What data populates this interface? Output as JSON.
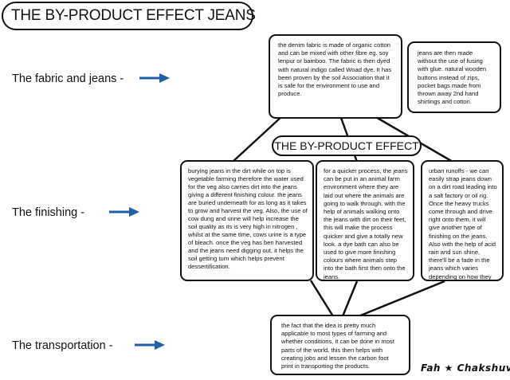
{
  "title": "THE BY-PRODUCT EFFECT JEANS",
  "center_title": "THE BY-PRODUCT EFFECT",
  "rows": {
    "fabric": "The fabric and jeans -",
    "finishing": "The finishing -",
    "transportation": "The transportation -"
  },
  "boxes": {
    "fabric": "the denim fabric is made of organic cotton and can be mixed with other fibre eg. soy lenpur or bamboo. The fabric is then dyed with natural indigo called Woad dye. It has been proven by the soil Association that it is safe for the environment to use and produce.",
    "jeans_made": "jeans are then made without the use of fusing with glue.  natural wooden buttons instead of zips, pocket bags made from thrown away 2nd hand shirtings and cotton.",
    "burying": "burying jeans in the dirt while on top is vegetable farming therefore the water used for the veg also carries dirt into the jeans giving a different finishing colour. the jeans are buried underneath for as long as it takes to grow and harvest the veg. Also, the use of cow dung and urine will help increase the soil quality as its is very high in nitrogen , whilst at the same time, cows urine is a type of bleach. once the veg has ben harvested and the jeans need digging out, it helps the soil getting turn which helps prevent  dessertification.",
    "quicker": "for a quicker process, the jeans can be put in an animal farm environment where they are laid out where the animals are going to walk through. with the help of animals walking onto the jeans with dirt on their feet, this will make the process quicker and give a totally new look. a dye bath can also be used to give more finishing colours where animals step into the bath first then onto the jeans.",
    "urban": "urban runoffs - we can easily strap jeans down on a dirt road leading into a salt factory or oil rig. Once the heavy trucks come through and drive right onto them, it will give another type of finishing on the jeans. Also with the help of acid rain and sun shine, there'll be a fade in the jeans which varies depending on how they were strapped down.",
    "transport": "the fact that the idea is pretty much applicable to most types of farming and whether conditions, it can be done in most parts of the world. this then helps with  creating jobs and lessen the carbon foot print in transporting the products."
  },
  "signature": "Fah ★ Chakshuvej",
  "colors": {
    "arrow": "#1f5fa8",
    "line": "#111111"
  }
}
